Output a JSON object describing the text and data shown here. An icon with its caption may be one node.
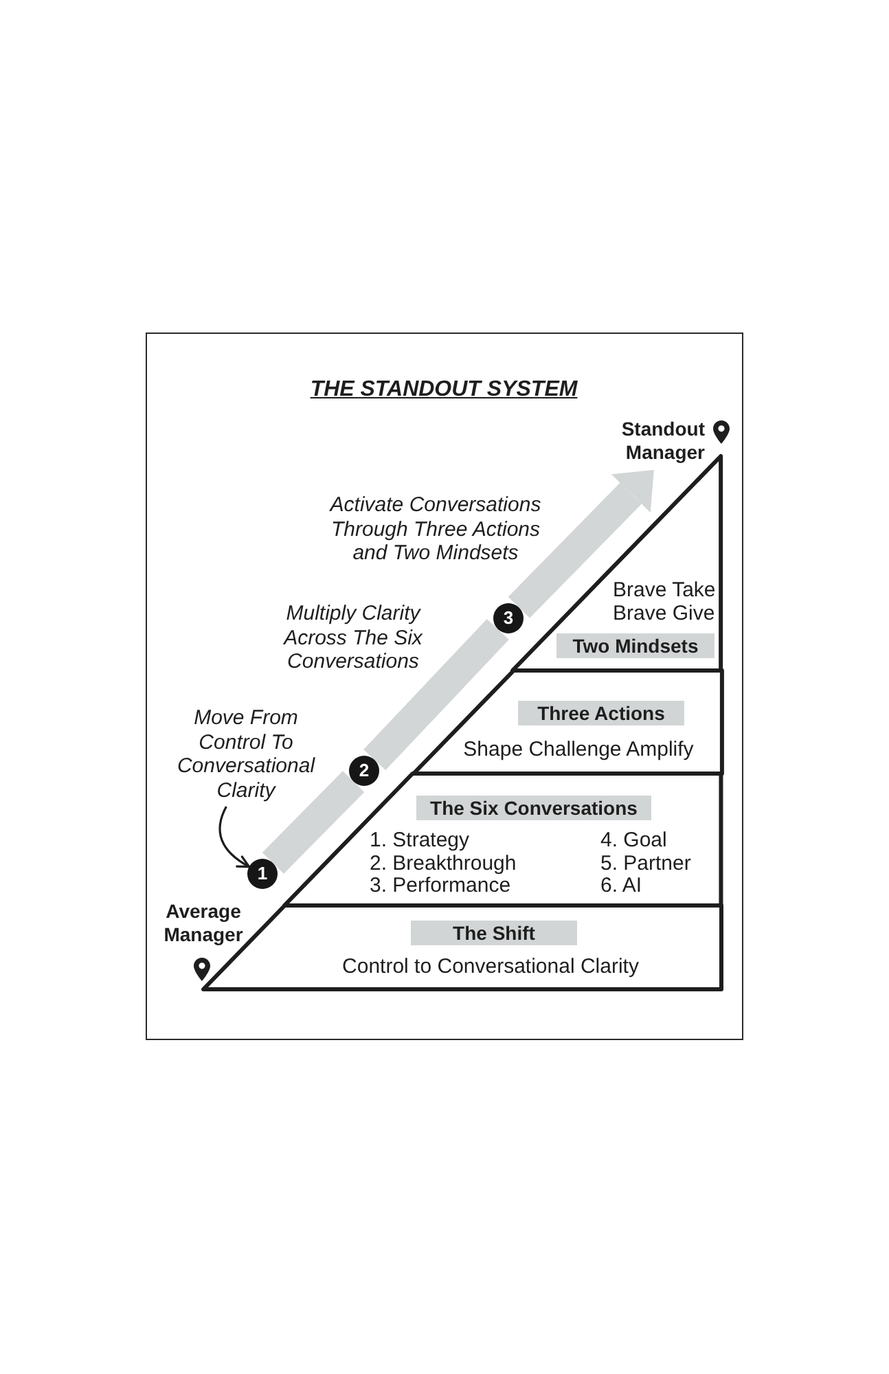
{
  "diagram": {
    "title": "THE STANDOUT SYSTEM",
    "nodes": [
      {
        "text": [
          "Standout Manager"
        ]
      },
      {
        "text": [
          "Brave Take Brave Give",
          "Two Mindsets"
        ]
      },
      {
        "text": [
          "Three Actions",
          "Shape Challenge Amplify"
        ]
      },
      {
        "text": [
          "The Six Conversations",
          "1. Strategy",
          "2. Breakthrough",
          "3. Performance",
          "4. Goal",
          "5. Partner",
          "6. AI"
        ]
      },
      {
        "text": [
          "The Shift",
          "Control to Conversational Clarity"
        ]
      },
      {
        "text": [
          "1"
        ]
      },
      {
        "text": [
          "2"
        ]
      },
      {
        "text": [
          "3"
        ]
      },
      {
        "text": [
          "Move From Control To Conversational Clarity"
        ]
      }
    ],
    "edges": [
      {
        "from": 5,
        "to": 6,
        "arrow": "none"
      },
      {
        "from": 6,
        "to": 7,
        "arrow": "none"
      },
      {
        "from": 7,
        "to": 0,
        "arrow": "to"
      },
      {
        "from": 8,
        "to": 5,
        "arrow": "to",
        "color": "#1e1e1e"
      }
    ],
    "labels": [
      "Activate Conversations Through Three Actions and Two Mindsets",
      "Multiply Clarity Across The Six Conversations",
      "Average Manager"
    ]
  }
}
